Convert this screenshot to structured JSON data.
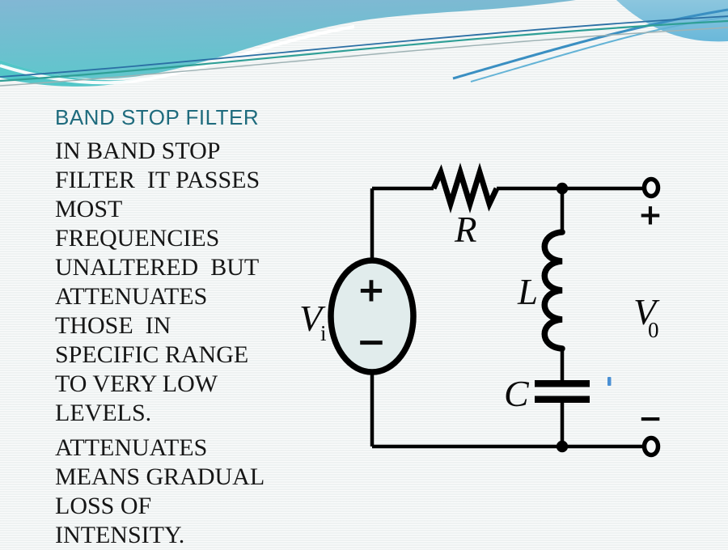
{
  "slide": {
    "title": "BAND STOP FILTER",
    "body_paragraph_1": "IN BAND STOP\nFILTER  IT PASSES\nMOST\nFREQUENCIES\nUNALTERED  BUT\nATTENUATES\nTHOSE  IN\nSPECIFIC RANGE\nTO VERY LOW\nLEVELS.",
    "body_paragraph_2": "ATTENUATES\nMEANS GRADUAL\nLOSS OF\nINTENSITY."
  },
  "theme": {
    "title_color": "#1E6B7D",
    "header_blue_top": "#82B7D4",
    "header_teal_bottom": "#5FC6CC",
    "header_band_light": "#9ED4E6",
    "accent_teal_line": "#2F9F96",
    "accent_blue_line": "#2B6FA4",
    "accent_grey_line": "#9FB3B5"
  },
  "circuit": {
    "source": {
      "label": "V",
      "label_sub": "i",
      "plus": "+",
      "minus": "−",
      "fill": "#E1ECEC"
    },
    "resistor": {
      "label": "R"
    },
    "inductor": {
      "label": "L"
    },
    "capacitor": {
      "label": "C"
    },
    "output": {
      "label": "V",
      "label_sub": "0",
      "plus": "+",
      "minus": "−"
    },
    "tick_color": "#4A90D4",
    "wire_color": "#000000"
  }
}
